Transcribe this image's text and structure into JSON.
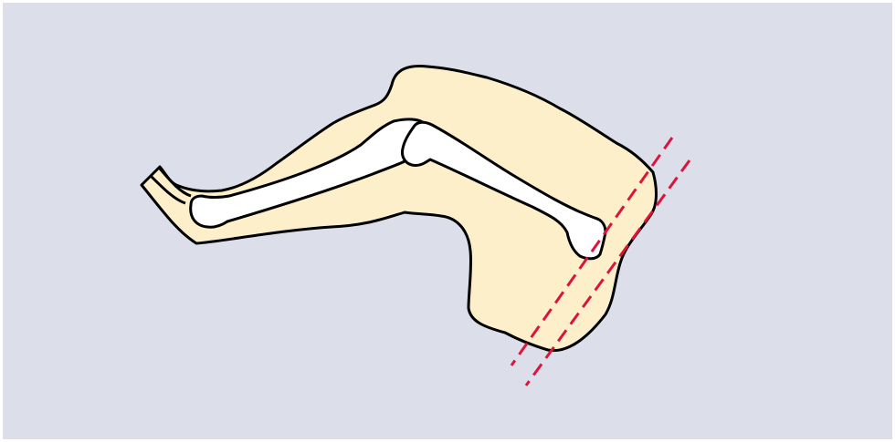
{
  "diagram": {
    "colors": {
      "background": "#dcdfea",
      "skin": "#fdefca",
      "bone": "#ffffff",
      "outline": "#000000",
      "cut_line": "#dc143c"
    },
    "elements": [
      "leg-outline",
      "tibia-bone",
      "femur-bone",
      "amputation-cut-lines"
    ]
  }
}
